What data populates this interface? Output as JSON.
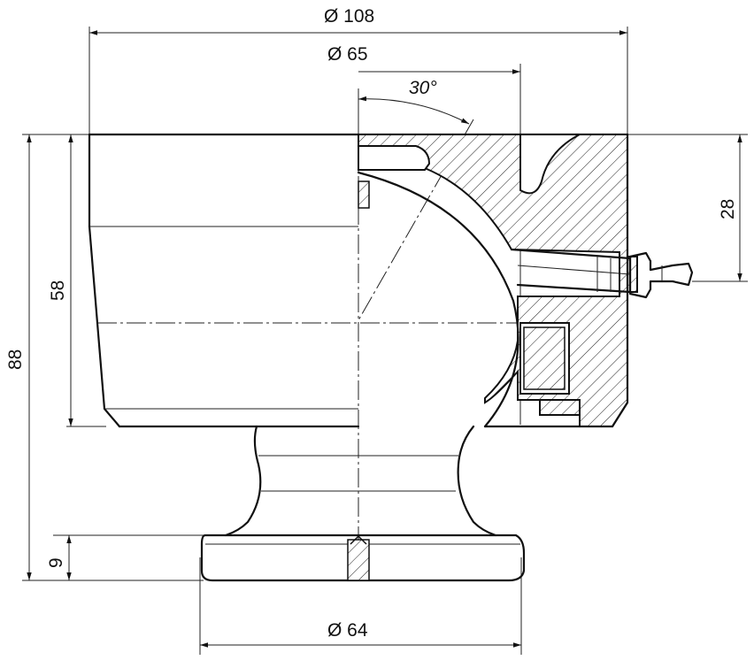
{
  "dimensions": {
    "d108": "Ø 108",
    "d65": "Ø 65",
    "d64": "Ø 64",
    "angle": "30°",
    "h28": "28",
    "h58": "58",
    "h88": "88",
    "h9": "9"
  }
}
